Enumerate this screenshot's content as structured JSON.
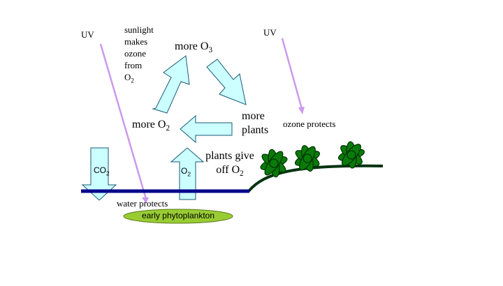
{
  "uv_left": "UV",
  "uv_right": "UV",
  "sunlight": [
    "sunlight",
    "makes",
    "ozone",
    "from"
  ],
  "o2_token": {
    "base": "O",
    "sub": "2"
  },
  "o3_token": {
    "base": "O",
    "sub": "3"
  },
  "more_o3_prefix": "more ",
  "more_o2_prefix": "more ",
  "more_plants": [
    "more",
    "plants"
  ],
  "ozone_protects": "ozone protects",
  "plants_give": "plants give",
  "off_prefix": "off ",
  "co2": {
    "base": "CO",
    "sub": "2"
  },
  "o2_arrow": {
    "base": "O",
    "sub": "2"
  },
  "water_protects": "water protects",
  "early_phytoplankton": "early phytoplankton",
  "colors": {
    "arrow_fill": "#ccffff",
    "arrow_stroke": "#1a5a78",
    "uv_line": "#cc99ee",
    "water": "#00008b",
    "land": "#00330f",
    "leaf": "#0a7a0a",
    "leaf_dark": "#003300",
    "phyto": "#99cc33"
  }
}
